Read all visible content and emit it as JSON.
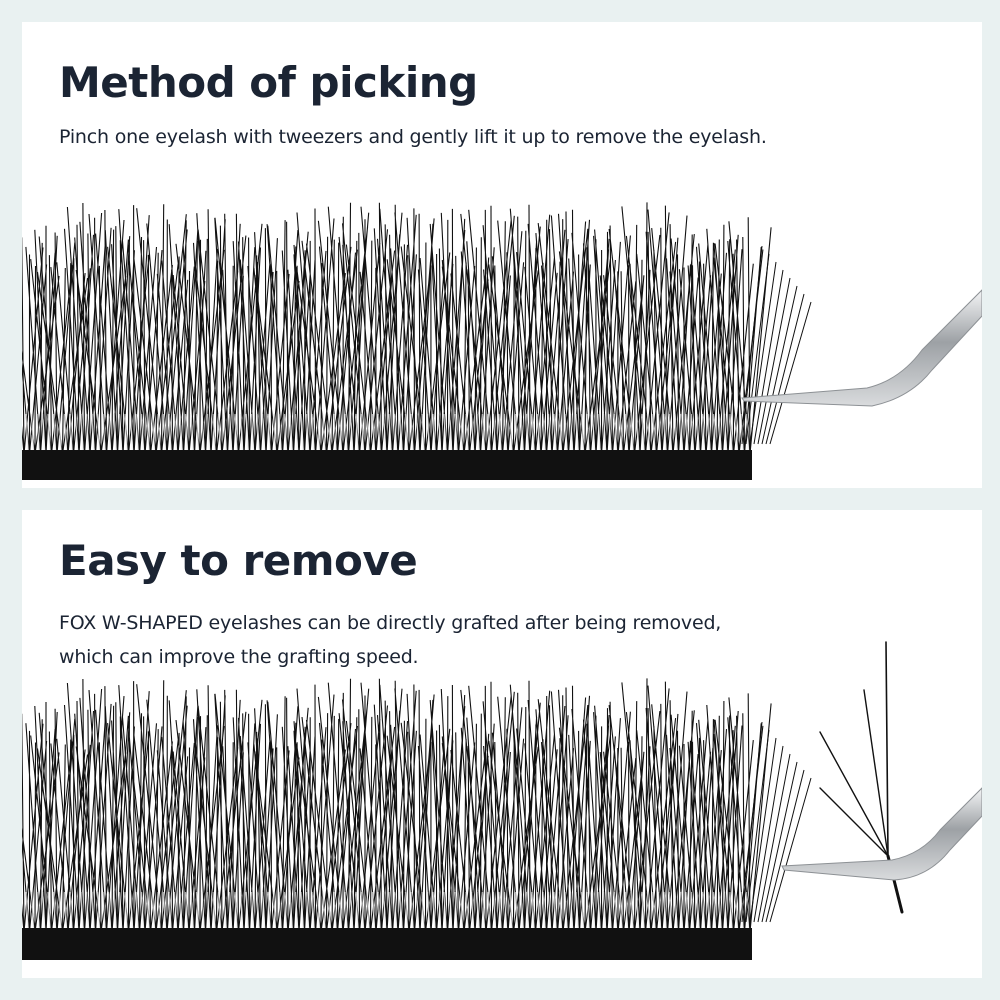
{
  "sections": [
    {
      "title": "Method of picking",
      "description_lines": [
        "Pinch one eyelash with tweezers and gently lift it up to remove the eyelash."
      ],
      "image": "lash-strip-with-tweezers"
    },
    {
      "title": "Easy to remove",
      "description_lines": [
        "FOX W-SHAPED eyelashes can be directly grafted after being removed,",
        "which can improve the grafting speed."
      ],
      "image": "lash-strip-with-tweezers-holding-single-w-lash"
    }
  ],
  "colors": {
    "background": "#e9f1f1",
    "panel": "#ffffff",
    "text": "#1b2433",
    "lash": "#111111",
    "tweezers": "#b9bcbf"
  }
}
